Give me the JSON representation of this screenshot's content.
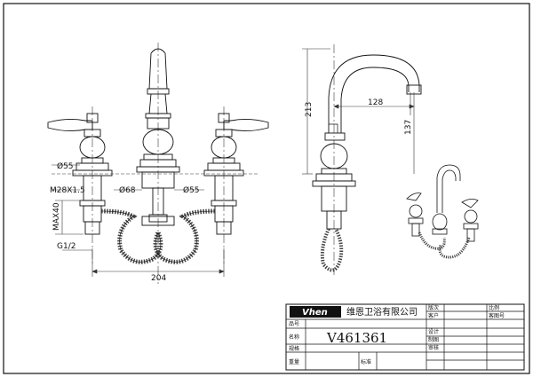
{
  "drawing": {
    "front_view": {
      "dims": {
        "dia_handle_base": "Ø55",
        "thread_left": "M28X1.5",
        "dia_spout_base": "Ø68",
        "dia_handle_base_right": "Ø55",
        "max_deck": "MAX40",
        "inlet_thread": "G1/2",
        "spread": "204"
      }
    },
    "side_view": {
      "dims": {
        "height": "213",
        "reach": "128",
        "spout_height": "137"
      }
    }
  },
  "title_block": {
    "brand": "Vhen",
    "company": "维恩卫浴有限公司",
    "model_number": "V461361",
    "cells": {
      "material": "版次",
      "scale": "比例",
      "customer": "客户",
      "customer_model": "客图号",
      "design": "设计",
      "drafting": "制图",
      "review": "审核",
      "approve": "标准",
      "item_no": "品号",
      "name": "名称",
      "spec": "规格",
      "weight": "重量"
    }
  },
  "colors": {
    "line": "#111111",
    "hatch": "#444444",
    "dim_line": "#333333"
  }
}
